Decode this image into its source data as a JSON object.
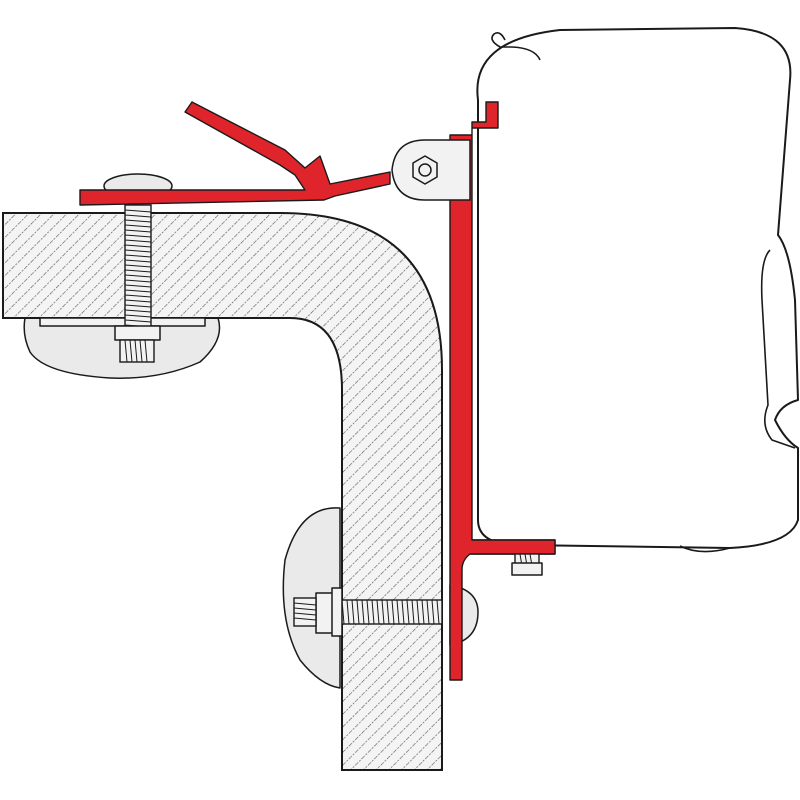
{
  "diagram": {
    "colors": {
      "background": "#ffffff",
      "bracket": "#e0242b",
      "outline": "#1a1a1a",
      "hatch": "#555555",
      "wall_fill": "#f4f4f4",
      "washer_fill": "#eaeaea",
      "metal_fill": "#f2f2f2",
      "awning_fill": "#ffffff"
    },
    "parts": [
      "wall-profile",
      "awning-housing",
      "mounting-bracket",
      "clamp-lever",
      "top-bolt",
      "side-bolt",
      "hinge-plate"
    ]
  }
}
